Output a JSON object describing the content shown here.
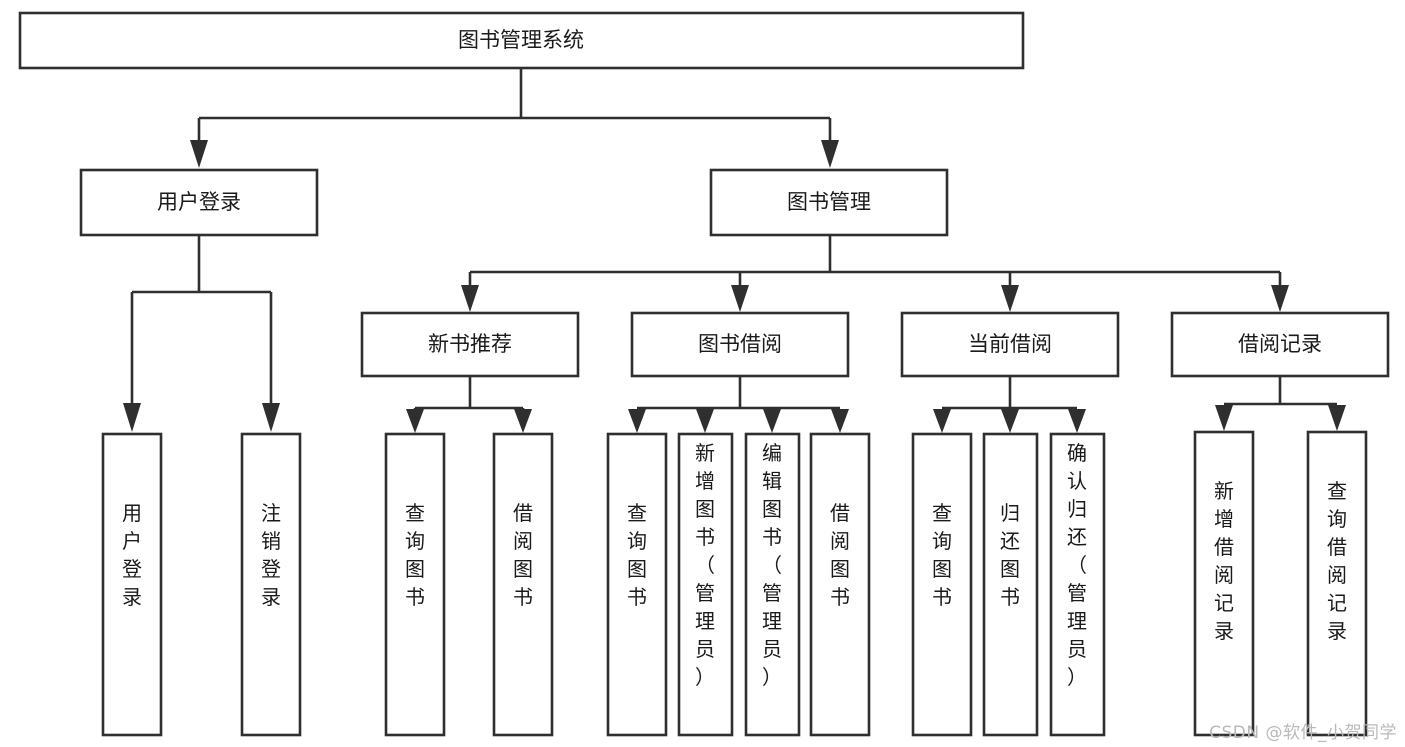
{
  "diagram": {
    "title": "图书管理系统",
    "watermark": "CSDN @软件_小贺同学",
    "colors": {
      "box_stroke": "#2f2f2f",
      "box_fill": "#ffffff",
      "text": "#1a1a1a",
      "connector": "#2f2f2f",
      "watermark": "#b9b9b9",
      "background": "#ffffff"
    },
    "root": {
      "label": "图书管理系统"
    },
    "level2": [
      {
        "label": "用户登录"
      },
      {
        "label": "图书管理"
      }
    ],
    "level3": [
      {
        "label": "新书推荐"
      },
      {
        "label": "图书借阅"
      },
      {
        "label": "当前借阅"
      },
      {
        "label": "借阅记录"
      }
    ],
    "leaves": {
      "user_login": [
        {
          "label": "用户登录"
        },
        {
          "label": "注销登录"
        }
      ],
      "new_book_recommend": [
        {
          "label": "查询图书"
        },
        {
          "label": "借阅图书"
        }
      ],
      "book_borrow": [
        {
          "label": "查询图书"
        },
        {
          "label": "新增图书（管理员）"
        },
        {
          "label": "编辑图书（管理员）"
        },
        {
          "label": "借阅图书"
        }
      ],
      "current_borrow": [
        {
          "label": "查询图书"
        },
        {
          "label": "归还图书"
        },
        {
          "label": "确认归还（管理员）"
        }
      ],
      "borrow_record": [
        {
          "label": "新增借阅记录"
        },
        {
          "label": "查询借阅记录"
        }
      ]
    }
  }
}
